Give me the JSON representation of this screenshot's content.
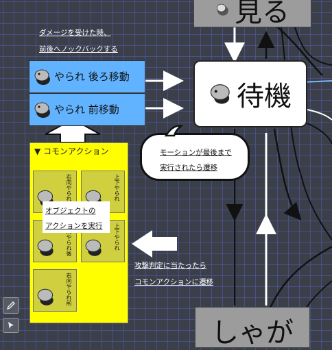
{
  "states": {
    "top_state": "見る",
    "wait_state": "待機",
    "crouch_state": "しゃが"
  },
  "knockback_note": {
    "line1": "ダメージを受けた時、",
    "line2": "前後へノックバックする"
  },
  "actions": {
    "back_move": "やられ 後ろ移動",
    "front_move": "やられ 前移動"
  },
  "motion_callout": {
    "line1": "モーションが最後まで",
    "line2": "実行されたら遷移"
  },
  "common_panel": {
    "title": "▼ コモンアクション",
    "tiles": [
      "右向やられ後",
      "上下やられ",
      "右向やられ後",
      "上下やられ",
      "右向やられ前"
    ]
  },
  "object_callout": {
    "line1": "オブジェクトの",
    "line2": "アクションを実行"
  },
  "attack_note": {
    "line1": "攻撃判定に当たったら",
    "line2": "コモンアクションに遷移"
  },
  "toolbar": {
    "pen_icon": "pen-icon",
    "pointer_icon": "pointer-icon"
  },
  "colors": {
    "blue_action": "#61b3ff",
    "yellow_panel": "#ffff00",
    "background": "#3b3f4a"
  }
}
